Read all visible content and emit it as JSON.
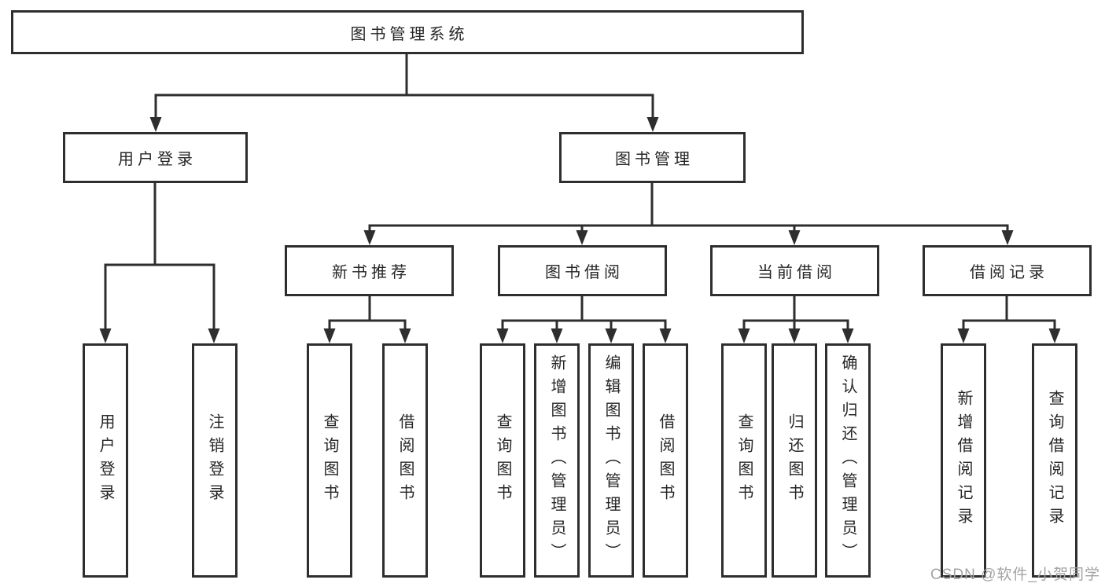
{
  "diagram": {
    "root": {
      "label": "图书管理系统"
    },
    "branches": [
      {
        "label": "用户登录",
        "leaves": [
          "用户登录",
          "注销登录"
        ]
      },
      {
        "label": "图书管理",
        "sections": [
          {
            "label": "新书推荐",
            "leaves": [
              "查询图书",
              "借阅图书"
            ]
          },
          {
            "label": "图书借阅",
            "leaves": [
              "查询图书",
              "新增图书（管理员）",
              "编辑图书（管理员）",
              "借阅图书"
            ]
          },
          {
            "label": "当前借阅",
            "leaves": [
              "查询图书",
              "归还图书",
              "确认归还（管理员）"
            ]
          },
          {
            "label": "借阅记录",
            "leaves": [
              "新增借阅记录",
              "查询借阅记录"
            ]
          }
        ]
      }
    ]
  },
  "watermark": "CSDN @软件_小贺同学",
  "colors": {
    "line": "#2e2e2e",
    "text": "#262626",
    "box_background": "#ffffff",
    "page_background": "#ffffff",
    "watermark": "#a3a3a3"
  }
}
